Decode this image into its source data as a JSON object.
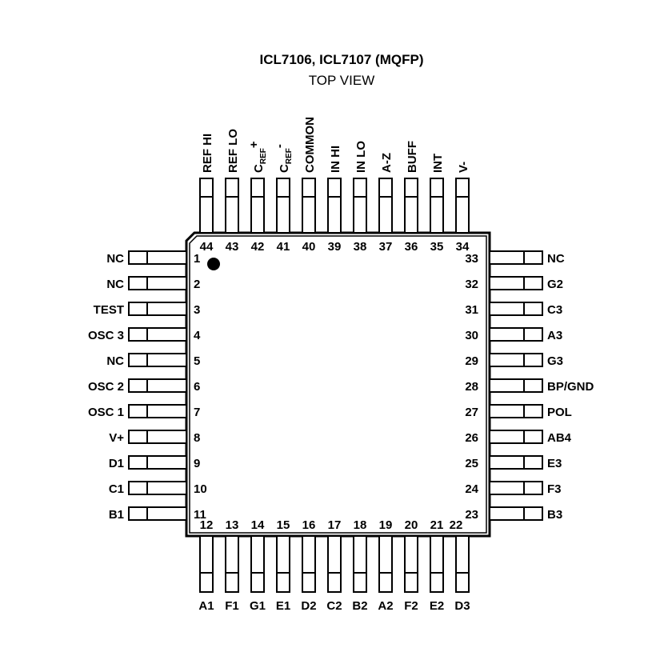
{
  "title": "ICL7106, ICL7107 (MQFP)",
  "subtitle": "TOP VIEW",
  "pins": {
    "left": [
      {
        "n": "1",
        "label": "NC"
      },
      {
        "n": "2",
        "label": "NC"
      },
      {
        "n": "3",
        "label": "TEST"
      },
      {
        "n": "4",
        "label": "OSC 3"
      },
      {
        "n": "5",
        "label": "NC"
      },
      {
        "n": "6",
        "label": "OSC 2"
      },
      {
        "n": "7",
        "label": "OSC 1"
      },
      {
        "n": "8",
        "label": "V+"
      },
      {
        "n": "9",
        "label": "D1"
      },
      {
        "n": "10",
        "label": "C1"
      },
      {
        "n": "11",
        "label": "B1"
      }
    ],
    "bottom": [
      {
        "n": "12",
        "label": "A1"
      },
      {
        "n": "13",
        "label": "F1"
      },
      {
        "n": "14",
        "label": "G1"
      },
      {
        "n": "15",
        "label": "E1"
      },
      {
        "n": "16",
        "label": "D2"
      },
      {
        "n": "17",
        "label": "C2"
      },
      {
        "n": "18",
        "label": "B2"
      },
      {
        "n": "19",
        "label": "A2"
      },
      {
        "n": "20",
        "label": "F2"
      },
      {
        "n": "21",
        "label": "E2"
      },
      {
        "n": "22",
        "label": "D3"
      }
    ],
    "right": [
      {
        "n": "23",
        "label": "B3"
      },
      {
        "n": "24",
        "label": "F3"
      },
      {
        "n": "25",
        "label": "E3"
      },
      {
        "n": "26",
        "label": "AB4"
      },
      {
        "n": "27",
        "label": "POL"
      },
      {
        "n": "28",
        "label": "BP/GND"
      },
      {
        "n": "29",
        "label": "G3"
      },
      {
        "n": "30",
        "label": "A3"
      },
      {
        "n": "31",
        "label": "C3"
      },
      {
        "n": "32",
        "label": "G2"
      },
      {
        "n": "33",
        "label": "NC"
      }
    ],
    "top": [
      {
        "n": "34",
        "label": "V-"
      },
      {
        "n": "35",
        "label": "INT"
      },
      {
        "n": "36",
        "label": "BUFF"
      },
      {
        "n": "37",
        "label": "A-Z"
      },
      {
        "n": "38",
        "label": "IN LO"
      },
      {
        "n": "39",
        "label": "IN HI"
      },
      {
        "n": "40",
        "label": "COMMON"
      },
      {
        "n": "41",
        "label": "CREF-",
        "main": "C",
        "sub": "REF",
        "sup": "-"
      },
      {
        "n": "42",
        "label": "CREF+",
        "main": "C",
        "sub": "REF",
        "sup": "+"
      },
      {
        "n": "43",
        "label": "REF LO"
      },
      {
        "n": "44",
        "label": "REF HI"
      }
    ]
  }
}
